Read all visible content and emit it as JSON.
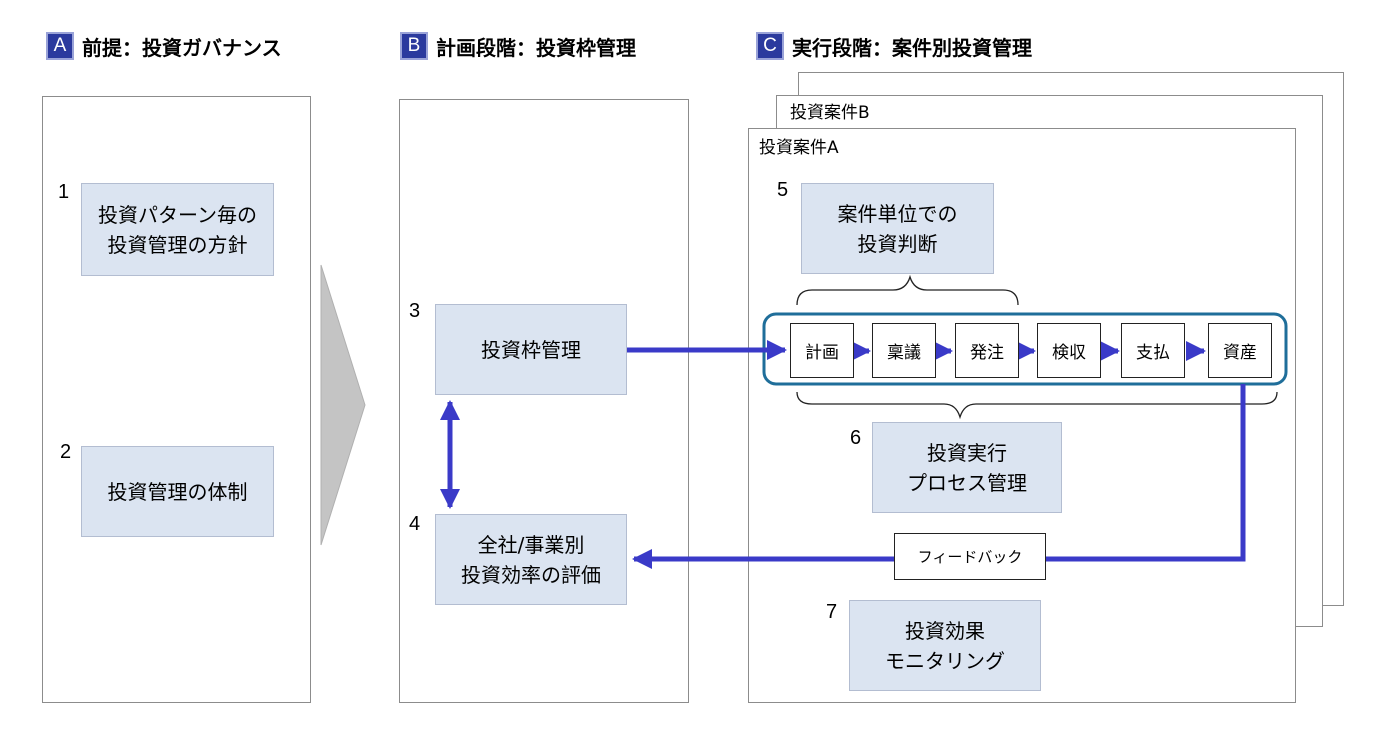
{
  "headers": [
    {
      "letter": "A",
      "title": "前提：投資ガバナンス"
    },
    {
      "letter": "B",
      "title": "計画段階：投資枠管理"
    },
    {
      "letter": "C",
      "title": "実行段階：案件別投資管理"
    }
  ],
  "section_a": {
    "items": [
      {
        "num": "1",
        "line1": "投資パターン毎の",
        "line2": "投資管理の方針"
      },
      {
        "num": "2",
        "line1": "投資管理の体制",
        "line2": ""
      }
    ]
  },
  "section_b": {
    "items": [
      {
        "num": "3",
        "line1": "投資枠管理",
        "line2": ""
      },
      {
        "num": "4",
        "line1": "全社/事業別",
        "line2": "投資効率の評価"
      }
    ]
  },
  "section_c": {
    "case_a": "投資案件A",
    "case_b": "投資案件B",
    "item5": {
      "num": "5",
      "line1": "案件単位での",
      "line2": "投資判断"
    },
    "item6": {
      "num": "6",
      "line1": "投資実行",
      "line2": "プロセス管理"
    },
    "item7": {
      "num": "7",
      "line1": "投資効果",
      "line2": "モニタリング"
    },
    "process_steps": [
      "計画",
      "稟議",
      "発注",
      "検収",
      "支払",
      "資産"
    ],
    "feedback": "フィードバック"
  },
  "colors": {
    "arrow": "#3a3ac8",
    "box_fill": "#dbe4f1",
    "process_border": "#1f6e9a",
    "header_badge": "#2b3a9e",
    "chevron": "#c4c4c4"
  }
}
